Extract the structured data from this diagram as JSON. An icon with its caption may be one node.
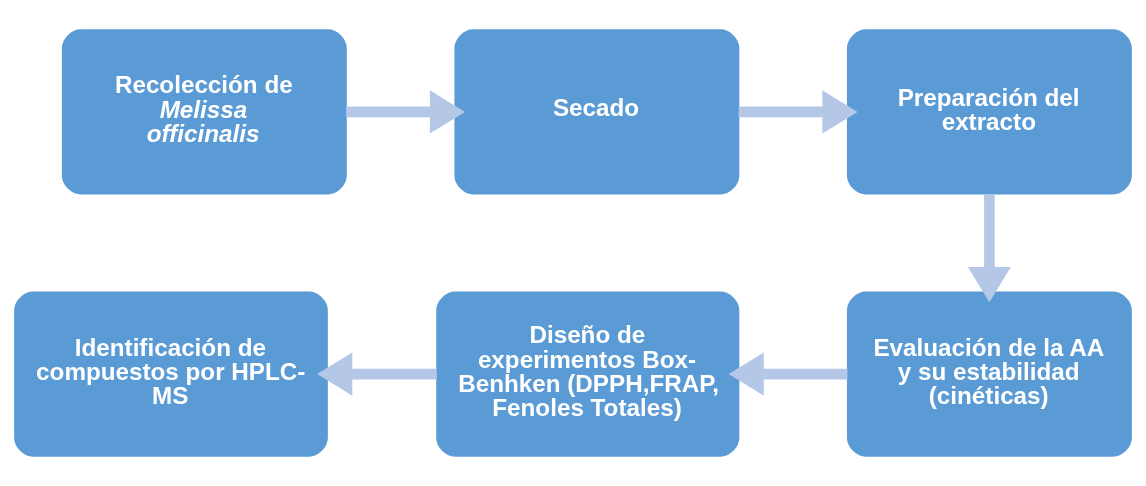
{
  "diagram": {
    "nodes": [
      {
        "text": [
          "Recolección de *Melissa officinalis*"
        ]
      },
      {
        "text": [
          "Secado"
        ]
      },
      {
        "text": [
          "Preparación del extracto"
        ]
      },
      {
        "text": [
          "Evaluación de la AA y su estabilidad (cinéticas)"
        ]
      },
      {
        "text": [
          "Diseño de experimentos Box-Benhken (DPPH,FRAP, Fenoles Totales)"
        ]
      },
      {
        "text": [
          "Identificación de compuestos por HPLC-MS"
        ]
      }
    ],
    "edges": [
      {
        "from": 0,
        "to": 1,
        "arrow": "to"
      },
      {
        "from": 1,
        "to": 2,
        "arrow": "to"
      },
      {
        "from": 2,
        "to": 3,
        "arrow": "to"
      },
      {
        "from": 3,
        "to": 4,
        "arrow": "to"
      },
      {
        "from": 4,
        "to": 5,
        "arrow": "to"
      }
    ]
  }
}
